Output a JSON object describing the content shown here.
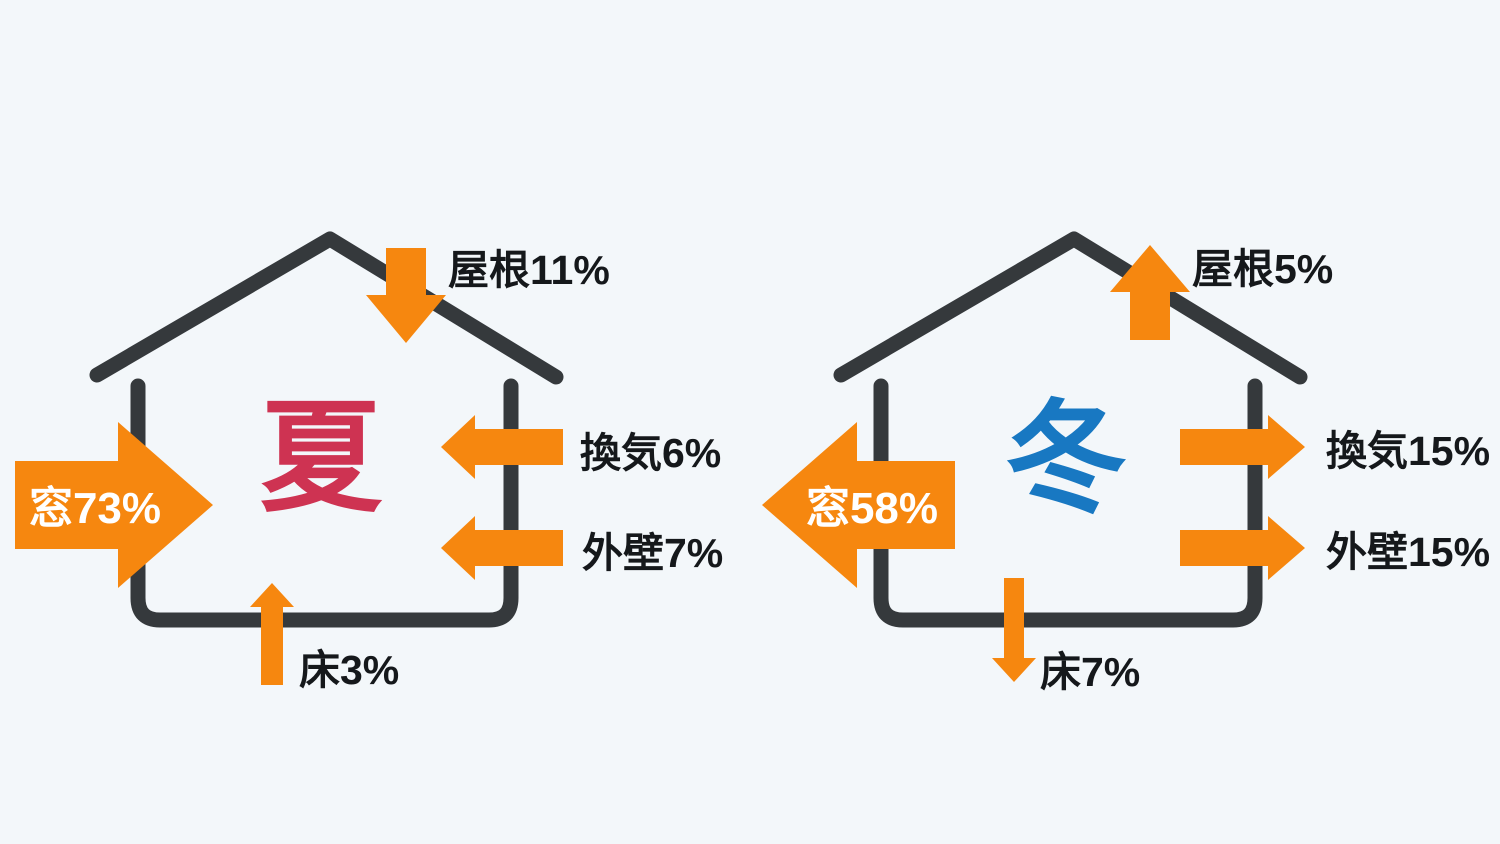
{
  "colors": {
    "background": "#f3f7fa",
    "arrow_orange": "#f6870f",
    "house_outline": "#35393c",
    "summer_accent": "#ce3352",
    "winter_accent": "#1878c2",
    "label_text": "#15181b",
    "arrow_label_text": "#ffffff"
  },
  "summer_house": {
    "season_label": "夏",
    "heat_flow_direction": "inward",
    "window": {
      "label": "窓73%",
      "value": 73,
      "arrow_direction": "right-into-house"
    },
    "roof": {
      "label": "屋根11%",
      "value": 11,
      "arrow_direction": "down-into-house"
    },
    "ventilation": {
      "label": "換気6%",
      "value": 6,
      "arrow_direction": "left-into-house"
    },
    "outer_wall": {
      "label": "外壁7%",
      "value": 7,
      "arrow_direction": "left-into-house"
    },
    "floor": {
      "label": "床3%",
      "value": 3,
      "arrow_direction": "up-into-house"
    }
  },
  "winter_house": {
    "season_label": "冬",
    "heat_flow_direction": "outward",
    "window": {
      "label": "窓58%",
      "value": 58,
      "arrow_direction": "left-out-of-house"
    },
    "roof": {
      "label": "屋根5%",
      "value": 5,
      "arrow_direction": "up-out-of-house"
    },
    "ventilation": {
      "label": "換気15%",
      "value": 15,
      "arrow_direction": "right-out-of-house"
    },
    "outer_wall": {
      "label": "外壁15%",
      "value": 15,
      "arrow_direction": "right-out-of-house"
    },
    "floor": {
      "label": "床7%",
      "value": 7,
      "arrow_direction": "down-out-of-house"
    }
  }
}
